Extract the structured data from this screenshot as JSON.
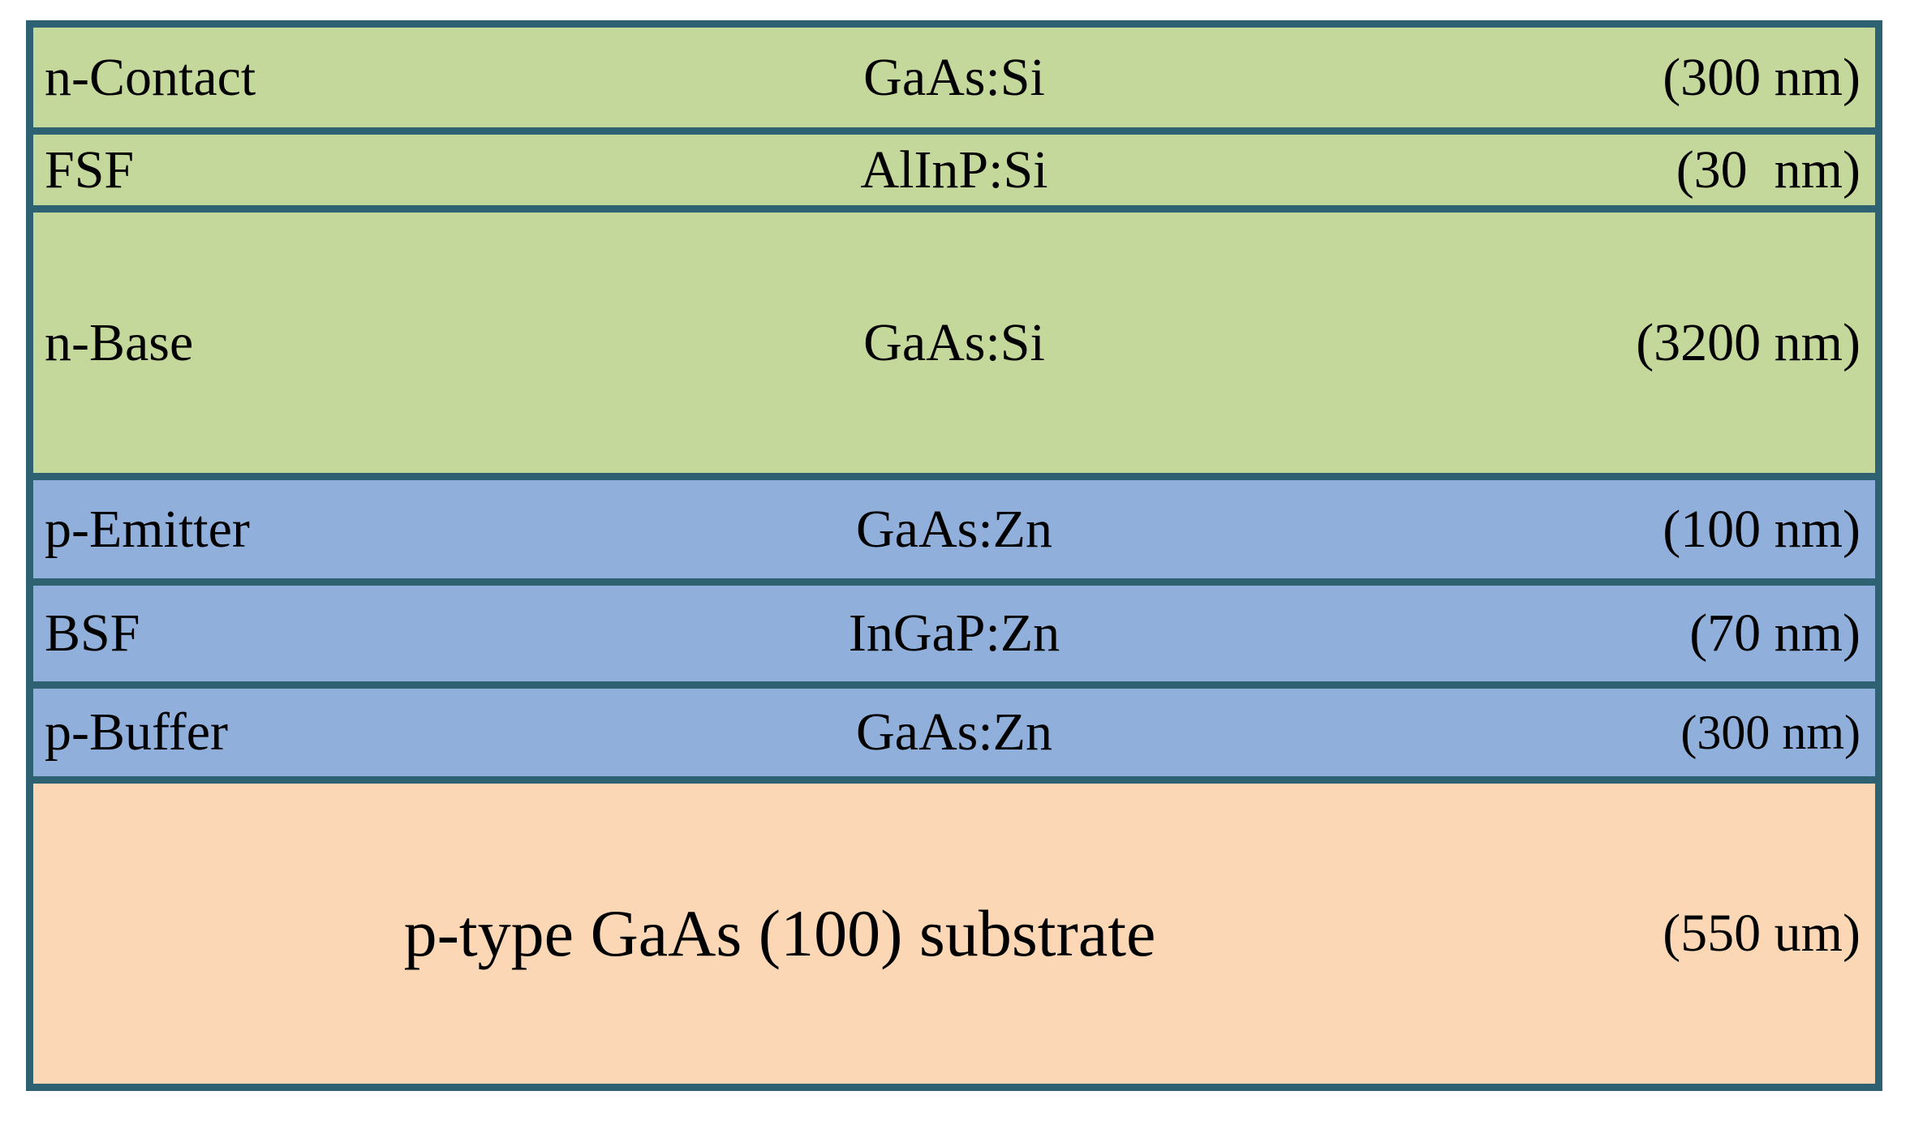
{
  "diagram": {
    "kind": "semiconductor-layer-stack",
    "colors": {
      "green_layer": "#C5D89C",
      "blue_layer": "#90AFDA",
      "substrate_layer": "#FBD7B5",
      "border": "#2E6272",
      "text": "#000000",
      "background": "#FFFFFF"
    },
    "layers": [
      {
        "name": "n-Contact",
        "material": "GaAs:Si",
        "thickness": "(300 nm)",
        "region": "n-side",
        "fill": "green"
      },
      {
        "name": "FSF",
        "material": "AlInP:Si",
        "thickness": "(30  nm)",
        "region": "n-side",
        "fill": "green"
      },
      {
        "name": "n-Base",
        "material": "GaAs:Si",
        "thickness": "(3200 nm)",
        "region": "n-side",
        "fill": "green"
      },
      {
        "name": "p-Emitter",
        "material": "GaAs:Zn",
        "thickness": "(100 nm)",
        "region": "p-side",
        "fill": "blue"
      },
      {
        "name": "BSF",
        "material": "InGaP:Zn",
        "thickness": "(70 nm)",
        "region": "p-side",
        "fill": "blue"
      },
      {
        "name": "p-Buffer",
        "material": "GaAs:Zn",
        "thickness": "(300 nm)",
        "region": "p-side",
        "fill": "blue"
      },
      {
        "name": "p-type GaAs (100) substrate",
        "material": "",
        "thickness": "(550 um)",
        "region": "substrate",
        "fill": "peach"
      }
    ]
  }
}
